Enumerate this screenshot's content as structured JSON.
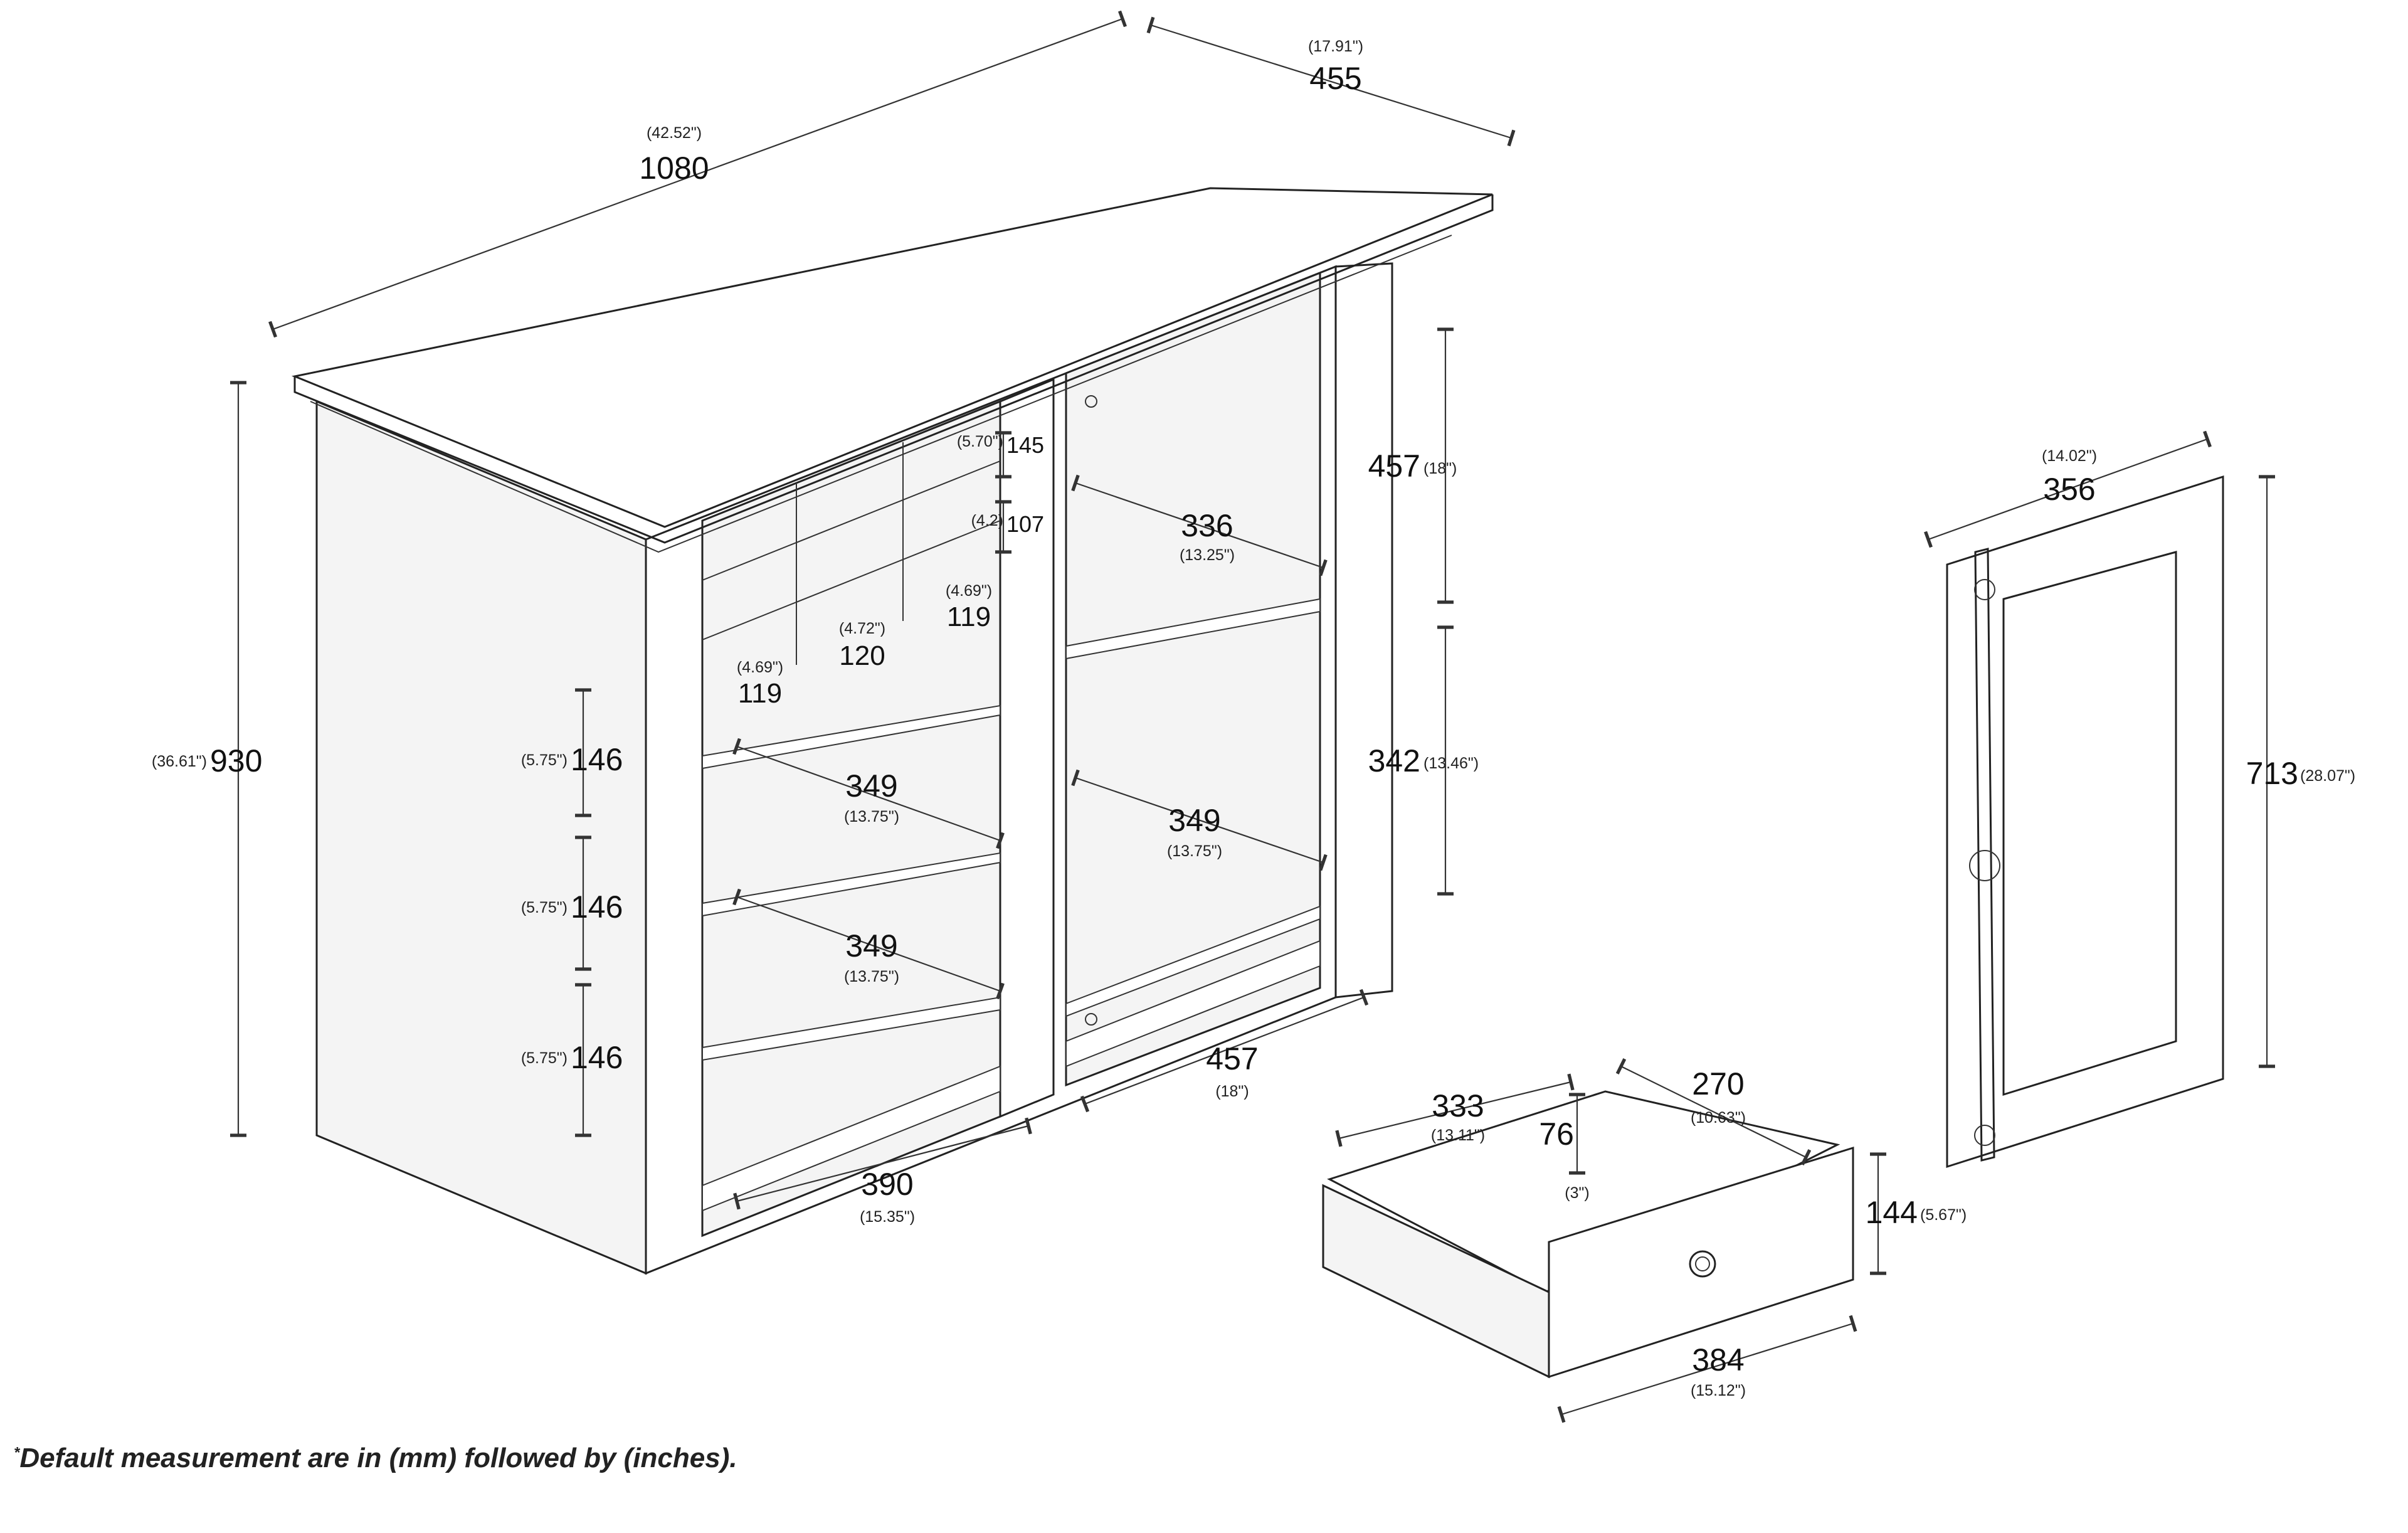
{
  "note": "Default measurement are in (mm) followed by (inches).",
  "note_mark": "*",
  "dims": {
    "top_width_mm": "1080",
    "top_width_in": "(42.52\")",
    "top_depth_mm": "455",
    "top_depth_in": "(17.91\")",
    "height_mm": "930",
    "height_in": "(36.61\")",
    "cubby_h1_mm": "145",
    "cubby_h1_in": "(5.70\")",
    "cubby_h2_mm": "107",
    "cubby_h2_in": "(4.2)",
    "cubby_w1_mm": "119",
    "cubby_w1_in": "(4.69\")",
    "cubby_w2_mm": "120",
    "cubby_w2_in": "(4.72\")",
    "cubby_w3_mm": "119",
    "cubby_w3_in": "(4.69\")",
    "shelf_sp1_mm": "146",
    "shelf_sp1_in": "(5.75\")",
    "shelf_sp2_mm": "146",
    "shelf_sp2_in": "(5.75\")",
    "shelf_sp3_mm": "146",
    "shelf_sp3_in": "(5.75\")",
    "shelf_d1_mm": "349",
    "shelf_d1_in": "(13.75\")",
    "shelf_d2_mm": "349",
    "shelf_d2_in": "(13.75\")",
    "shelf_d3_mm": "349",
    "shelf_d3_in": "(13.75\")",
    "left_base_mm": "390",
    "left_base_in": "(15.35\")",
    "right_shelf_top_mm": "336",
    "right_shelf_top_in": "(13.25\")",
    "right_upper_h_mm": "457",
    "right_upper_h_in": "(18\")",
    "right_lower_h_mm": "342",
    "right_lower_h_in": "(13.46\")",
    "right_base_mm": "457",
    "right_base_in": "(18\")",
    "door_w_mm": "356",
    "door_w_in": "(14.02\")",
    "door_h_mm": "713",
    "door_h_in": "(28.07\")",
    "drawer_in_w_mm": "333",
    "drawer_in_w_in": "(13.11\")",
    "drawer_in_d_mm": "270",
    "drawer_in_d_in": "(10.63\")",
    "drawer_in_h_mm": "76",
    "drawer_in_h_in": "(3\")",
    "drawer_h_mm": "144",
    "drawer_h_in": "(5.67\")",
    "drawer_w_mm": "384",
    "drawer_w_in": "(15.12\")"
  }
}
